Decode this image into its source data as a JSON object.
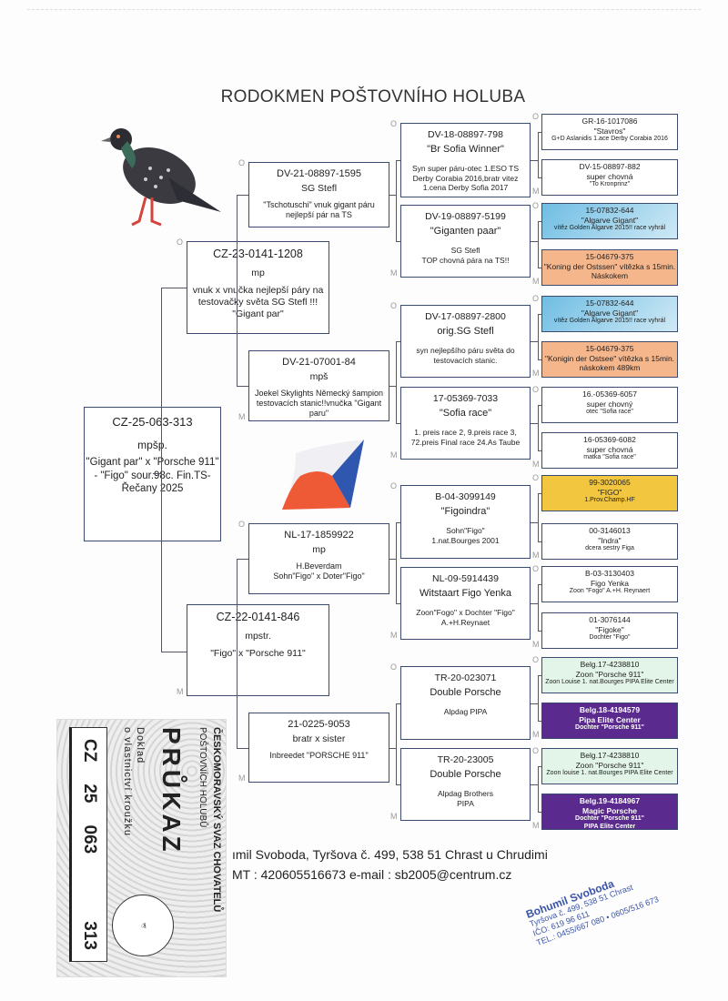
{
  "title": "RODOKMEN POŠTOVNÍHO HOLUBA",
  "labels": {
    "father": "O",
    "mother": "M"
  },
  "boxes": {
    "g1": [
      "CZ-25-063-313",
      "mpšp.",
      "\"Gigant par\" x \"Porsche 911\" - \"Figo\" sour.98c. Fin.TS-Řečany 2025"
    ],
    "g2f": [
      "CZ-23-0141-1208",
      "mp",
      "vnuk x vnučka nejlepší páry na testovačky světa  SG Stefl !!! \"Gigant par\""
    ],
    "g2m": [
      "CZ-22-0141-846",
      "mpstr.",
      "\"Figo\" x \"Porsche 911\""
    ],
    "g3a": [
      "DV-21-08897-1595",
      "SG Stefl",
      "\"Tschotuschi\" vnuk gigant páru nejlepší pár na TS"
    ],
    "g3b": [
      "DV-21-07001-84",
      "mpš",
      "Joekel Skylights Německý šampion testovacích stanic!!vnučka \"Gigant paru\""
    ],
    "g3c": [
      "NL-17-1859922",
      "mp",
      "H.Beverdam",
      "Sohn\"Figo\" x Doter\"Figo\""
    ],
    "g3d": [
      "21-0225-9053",
      "bratr x sister",
      "Inbreedet \"PORSCHE 911\""
    ],
    "g4a": [
      "DV-18-08897-798",
      "\"Br Sofia Winner\"",
      "Syn super páru-otec 1.ESO TS Derby Corabia 2016,bratr vitez 1.cena Derby Sofia 2017"
    ],
    "g4b": [
      "DV-19-08897-5199",
      "\"Giganten paar\"",
      "SG Stefl",
      "TOP chovná pára na TS!!"
    ],
    "g4c": [
      "DV-17-08897-2800",
      "orig.SG Stefl",
      "syn nejlepšího páru světa do testovacích stanic."
    ],
    "g4d": [
      "17-05369-7033",
      "\"Sofia race\"",
      "1. preis race 2, 9.preis race 3, 72.preis Final race 24.As Taube"
    ],
    "g4e": [
      "B-04-3099149",
      "\"Figoindra\"",
      "Sohn\"Figo\"",
      "1.nat.Bourges 2001"
    ],
    "g4f": [
      "NL-09-5914439",
      "Witstaart Figo Yenka",
      "Zoon\"Fogo\" x Dochter \"Figo\"",
      "A.+H.Reynaet"
    ],
    "g4g": [
      "TR-20-023071",
      "Double Porsche",
      "Alpdag PIPA"
    ],
    "g4h": [
      "TR-20-23005",
      "Double Porsche",
      "Alpdag Brothers",
      "PIPA"
    ],
    "g5": [
      [
        "GR-16-1017086",
        "\"Stavros\"",
        "G+D Aslanidis 1.ace Derby Corabia 2016"
      ],
      [
        "DV-15-08897-882",
        "super chovná",
        "\"To Kronprinz\""
      ],
      [
        "15-07832-644",
        "\"Algarve Gigant\"",
        "vítěz Golden Algarve 2015!!   race vyhrál"
      ],
      [
        "15-04679-375",
        "\"Koning der Ostssen\"  vítězka s 15min.  Náskokem"
      ],
      [
        "15-07832-644",
        "\"Algarve Gigant\"",
        "vítěz Golden Algarve 2015!!   race vyhrál"
      ],
      [
        "15-04679-375",
        "\"Konigin der Ostsee\"  vítězka s 15min.  náskokem 489km"
      ],
      [
        "16.-05369-6057",
        "super chovný",
        "otec \"Sofia race\""
      ],
      [
        "16-05369-6082",
        "super chovná",
        "matka \"Sofia race\""
      ],
      [
        "99-3020065",
        "\"FIGO\"",
        "1.Prov.Champ.HF"
      ],
      [
        "00-3146013",
        "\"Indra\"",
        "dcera sestry Figa"
      ],
      [
        "B-03-3130403",
        "Figo Yenka",
        "Zoon \"Fogo\"   A.+H. Reynaert"
      ],
      [
        "01-3076144",
        "\"Figoke\"",
        "Dochter \"Figo\""
      ],
      [
        "Belg.17-4238810",
        "Zoon \"Porsche 911\"",
        "Zoon Louise 1. nat.Bourges   PIPA Elite Center"
      ],
      [
        "Belg.18-4194579",
        "Pipa Elite Center",
        "Dochter \"Porsche 911\""
      ],
      [
        "Belg.17-4238810",
        "Zoon \"Porsche 911\"",
        "Zoon louise 1. nat.Bourges   PIPA Elite Center"
      ],
      [
        "Belg.19-4184967",
        "Magic Porsche",
        "Dochter \"Porsche 911\"",
        "PIPA Elite Center"
      ]
    ]
  },
  "g5_colors": [
    "#ffffff",
    "#ffffff",
    "#a9d8ee",
    "#f5b68c",
    "#a9d8ee",
    "#f5b68c",
    "#ffffff",
    "#ffffff",
    "#f3c63f",
    "#ffffff",
    "#ffffff",
    "#ffffff",
    "#e2f5e8",
    "#5a2a8e",
    "#e2f5e8",
    "#5a2a8e"
  ],
  "footer": {
    "line1": "ımil Svoboda,  Tyršova č. 499, 538 51 Chrast u Chrudimi",
    "line2": "MT : 420605516673  e-mail : sb2005@centrum.cz"
  },
  "card": {
    "org": "ČESKOMORAVSKÝ SVAZ CHOVATELŮ",
    "org2": "POŠTOVNÍCH HOLUBŮ",
    "title": "PRŮKAZ",
    "sub1": "Doklad",
    "sub2": "o vlastnictví kroužku",
    "ring_country": "CZ",
    "ring_year": "25",
    "ring_org": "063",
    "ring_no": "313",
    "seal": "ČESKOMORAVSKÝ SVAZ CHOVATELŮ POŠTOVNÍCH HOLUBŮ"
  },
  "stamp": {
    "name": "Bohumil Svoboda",
    "addr": "Tyršova č. 499, 538 51 Chrast",
    "ico": "IČO: 619 96 611",
    "tel": "TEL.: 0455/667 080 • 0605/516 673"
  }
}
